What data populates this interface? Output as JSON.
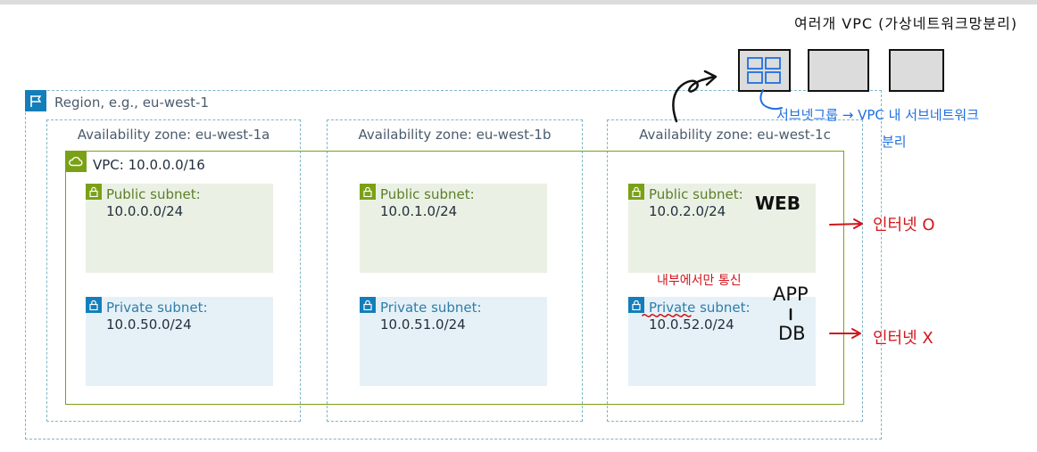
{
  "region": {
    "label": "Region, e.g., eu-west-1",
    "icon": "flag-icon"
  },
  "availability_zones": [
    {
      "label": "Availability zone: eu-west-1a"
    },
    {
      "label": "Availability zone: eu-west-1b"
    },
    {
      "label": "Availability zone: eu-west-1c"
    }
  ],
  "vpc": {
    "label": "VPC: 10.0.0.0/16",
    "icon": "cloud-icon"
  },
  "subnets": {
    "public": [
      {
        "name": "Public subnet:",
        "cidr": "10.0.0.0/24"
      },
      {
        "name": "Public subnet:",
        "cidr": "10.0.1.0/24"
      },
      {
        "name": "Public subnet:",
        "cidr": "10.0.2.0/24"
      }
    ],
    "private": [
      {
        "name": "Private subnet:",
        "cidr": "10.0.50.0/24"
      },
      {
        "name": "Private subnet:",
        "cidr": "10.0.51.0/24"
      },
      {
        "name": "Private subnet:",
        "cidr": "10.0.52.0/24"
      }
    ]
  },
  "annotations": {
    "multi_vpc": "여러개 VPC (가상네트워크망분리)",
    "subnet_group_line1": "서브넷그룹 → VPC 내 서브네트워크",
    "subnet_group_line2": "분리",
    "web": "WEB",
    "app": "APP",
    "db": "DB",
    "internal_only": "내부에서만 통신",
    "internet_yes": "인터넷 O",
    "internet_no": "인터넷 X"
  },
  "colors": {
    "region_border": "#7fb6c8",
    "vpc_green": "#7aa116",
    "aws_blue": "#147eba",
    "public_bg": "#eaf1e4",
    "private_bg": "#e6f1f7",
    "note_blue": "#1f6fe0",
    "note_red": "#d0161b"
  }
}
